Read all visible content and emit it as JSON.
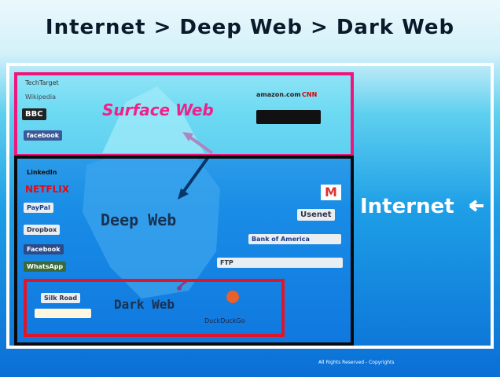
{
  "title": "Internet > Deep Web > Dark Web",
  "layers": {
    "surface": "Surface Web",
    "deep": "Deep Web",
    "dark": "Dark Web",
    "internet": "Internet"
  },
  "surface_logos": [
    "TechTarget",
    "Wikipedia",
    "BBC",
    "facebook",
    "amazon.com",
    "CNN"
  ],
  "deep_logos": [
    "LinkedIn",
    "NETFLIX",
    "PayPal",
    "Dropbox",
    "Facebook",
    "WhatsApp",
    "Usenet",
    "Bank of America",
    "FTP"
  ],
  "dark_logos": [
    "Silk Road",
    "DuckDuckGo"
  ],
  "footer": "All Rights Reserved - Copyrights",
  "colors": {
    "surface_border": "#f0157a",
    "deep_border": "#0a0a0a",
    "dark_border": "#e0152a"
  }
}
